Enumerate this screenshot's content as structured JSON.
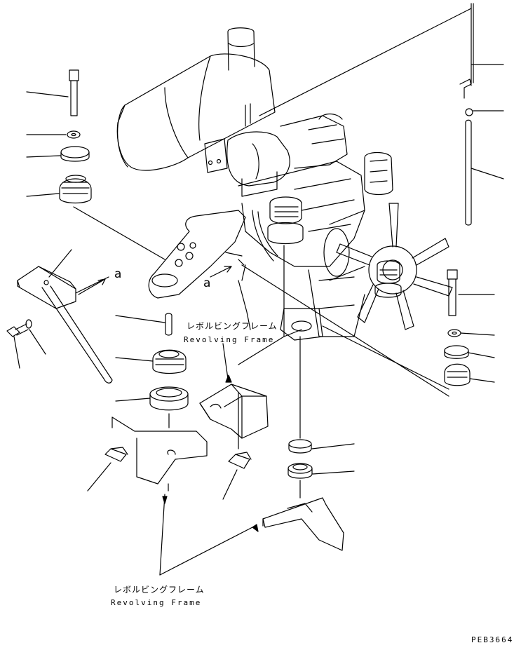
{
  "drawing": {
    "code": "PEB3664",
    "ink_color": "#000000",
    "paper_color": "#ffffff"
  },
  "callouts": {
    "upper": {
      "ja": "レボルビングフレーム",
      "en": "Revolving Frame"
    },
    "lower": {
      "ja": "レボルビングフレーム",
      "en": "Revolving Frame"
    }
  },
  "markers": {
    "a_left": "a",
    "a_right": "a"
  }
}
